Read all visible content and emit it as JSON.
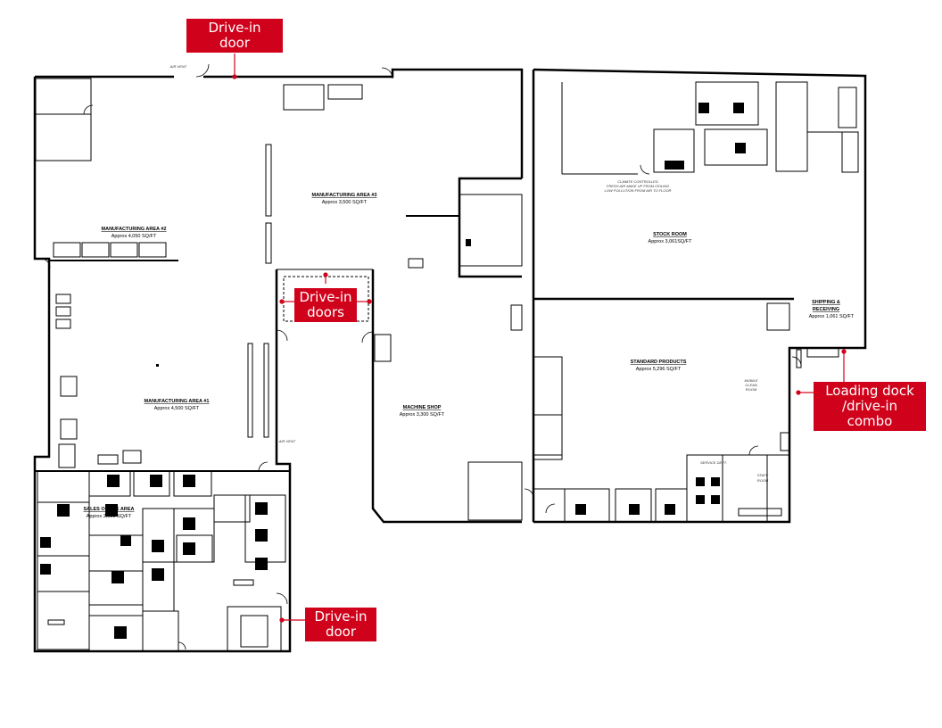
{
  "rooms": {
    "mfg2": {
      "name": "MANUFACTURING AREA #2",
      "area": "Approx 4,050 SQ/FT"
    },
    "mfg3": {
      "name": "MANUFACTURING AREA #3",
      "area": "Approx 3,500 SQ/FT"
    },
    "mfg1": {
      "name": "MANUFACTURING AREA #1",
      "area": "Approx 4,500 SQ/FT"
    },
    "machine": {
      "name": "MACHINE SHOP",
      "area": "Approx 3,300 SQ/FT"
    },
    "stock": {
      "name": "STOCK ROOM",
      "area": "Approx 3,061SQ/FT"
    },
    "shipping": {
      "name1": "SHIPPING &",
      "name2": "RECEIVING",
      "area": "Approx 1,061 SQ/FT"
    },
    "standard": {
      "name": "STANDARD PRODUCTS",
      "area": "Approx 5,296 SQ/FT"
    },
    "sales": {
      "name": "SALES OFFICE AREA",
      "area": "Approx 2,000 SQ/FT"
    }
  },
  "small_labels": {
    "air_vent": "AIR VENT",
    "climate": [
      "CLIMATE CONTROLLED",
      "FRESH AIR MAKE UP FROM CEILING",
      "LOW POLLUTION FROM AIR TO FLOOR"
    ],
    "mobile_clean": [
      "MOBILE",
      "CLEAN",
      "ROOM"
    ],
    "service_dept": "SERVICE DEPT.",
    "staff_room": [
      "STAFF",
      "ROOM"
    ]
  },
  "callouts": {
    "top": [
      "Drive-in",
      "door"
    ],
    "middle": [
      "Drive-in",
      "doors"
    ],
    "loading": [
      "Loading dock",
      "/drive-in",
      "combo"
    ],
    "bottom": [
      "Drive-in",
      "door"
    ]
  },
  "colors": {
    "accent": "#d0021b",
    "walls": "#000000"
  }
}
